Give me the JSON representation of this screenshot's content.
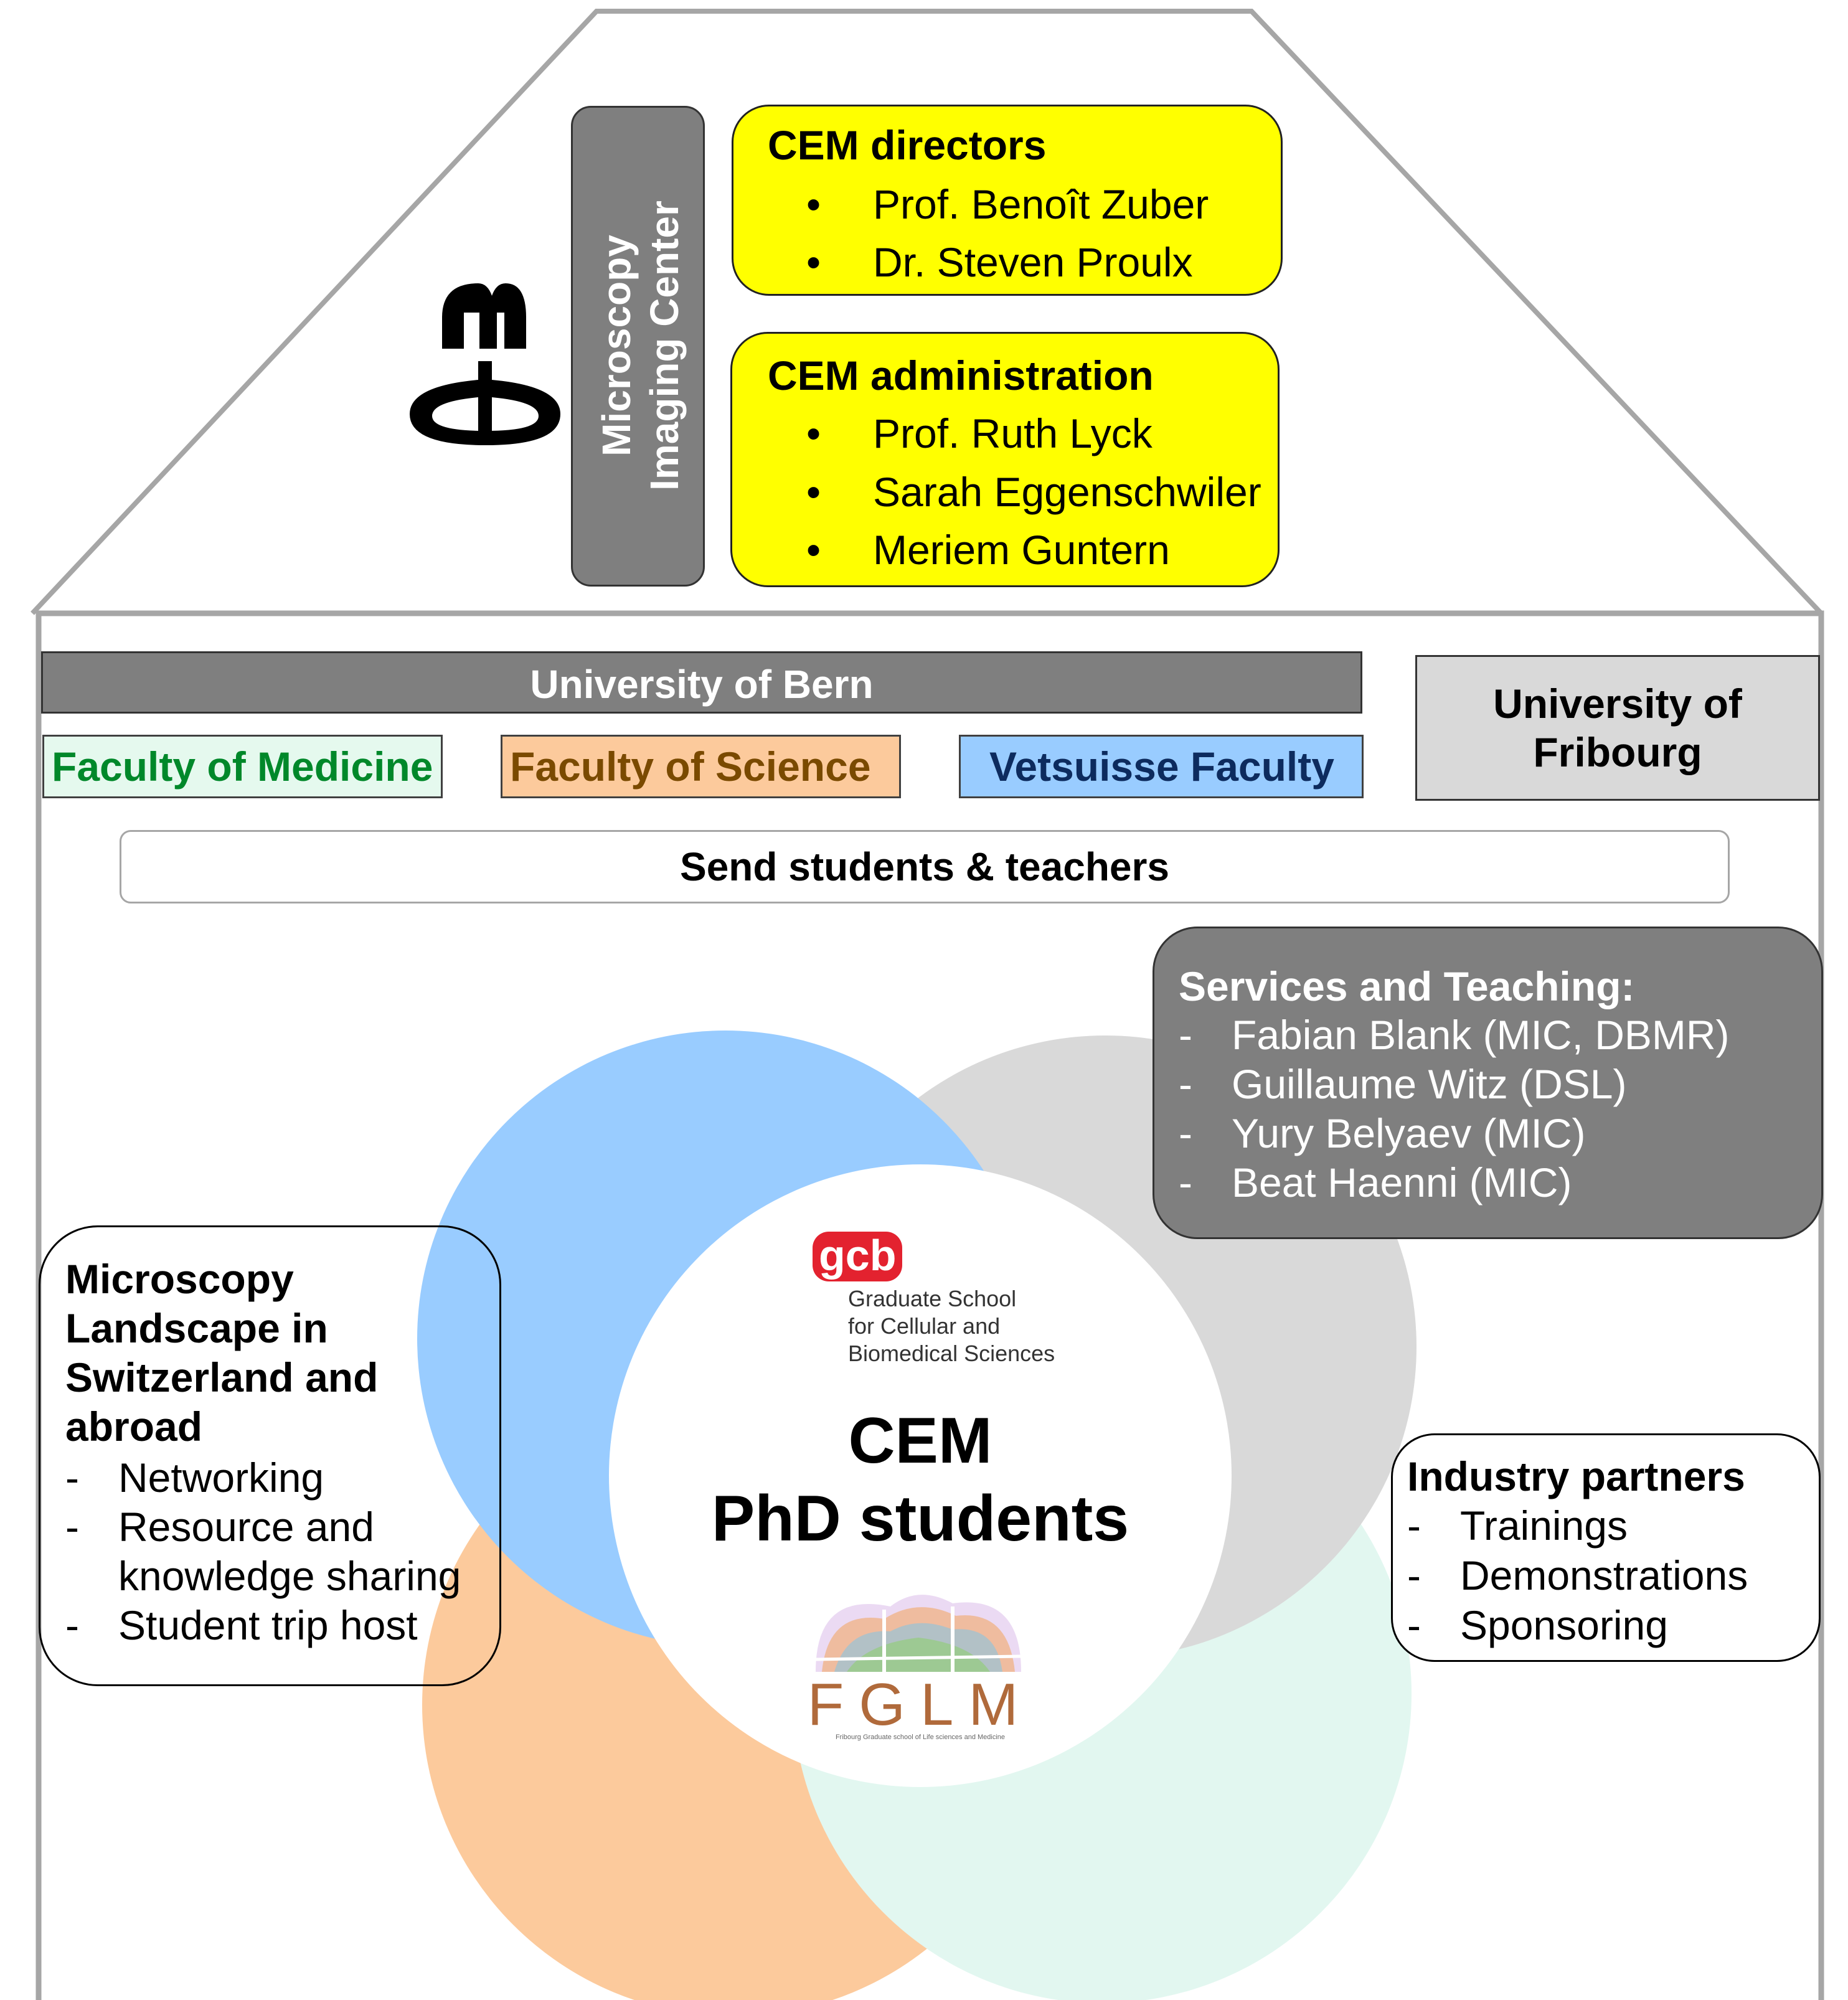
{
  "mic": {
    "logo_icon": "mic-logo-icon",
    "title_line1": "Microscopy",
    "title_line2": "Imaging Center"
  },
  "directors": {
    "title": "CEM directors",
    "bullet": "•",
    "members": [
      "Prof. Benoît Zuber",
      "Dr. Steven Proulx"
    ]
  },
  "administration": {
    "title": "CEM administration",
    "bullet": "•",
    "members": [
      "Prof. Ruth Lyck",
      "Sarah Eggenschwiler",
      "Meriem Guntern"
    ]
  },
  "universities": {
    "bern": "University of Bern",
    "fribourg_line1": "University of",
    "fribourg_line2": "Fribourg"
  },
  "faculties": {
    "medicine": "Faculty of Medicine",
    "science": "Faculty of Science",
    "vetsuisse": "Vetsuisse Faculty"
  },
  "send_label": "Send students & teachers",
  "services": {
    "title": "Services and Teaching:",
    "dash": "-",
    "members": [
      "Fabian Blank (MIC, DBMR)",
      "Guillaume Witz (DSL)",
      "Yury Belyaev (MIC)",
      "Beat Haenni (MIC)"
    ]
  },
  "landscape": {
    "title_lines": [
      "Microscopy",
      "Landscape in",
      "Switzerland and",
      "abroad"
    ],
    "dash": "-",
    "items": [
      "Networking",
      "Resource and",
      "knowledge sharing",
      "Student trip host"
    ]
  },
  "center": {
    "gcb_logo": "gcb",
    "gcb_lines": [
      "Graduate School",
      "for Cellular and",
      "Biomedical Sciences"
    ],
    "line1": "CEM",
    "line2": "PhD students",
    "fglm_logo": "FGLM",
    "fglm_subtitle": "Fribourg Graduate school of Life sciences and Medicine"
  },
  "industry": {
    "title": "Industry partners",
    "dash": "-",
    "items": [
      "Trainings",
      "Demonstrations",
      "Sponsoring"
    ]
  },
  "colors": {
    "yellow": "#ffff00",
    "dark_gray": "#7f7f7f",
    "light_gray": "#d9d9d9",
    "blue": "#99ccff",
    "orange": "#fcca9c",
    "mint": "#e2f7f0",
    "green_text": "#00882a",
    "orange_text": "#7a4a00",
    "navy_text": "#0d2b5e",
    "gcb_red": "#e3222f"
  }
}
